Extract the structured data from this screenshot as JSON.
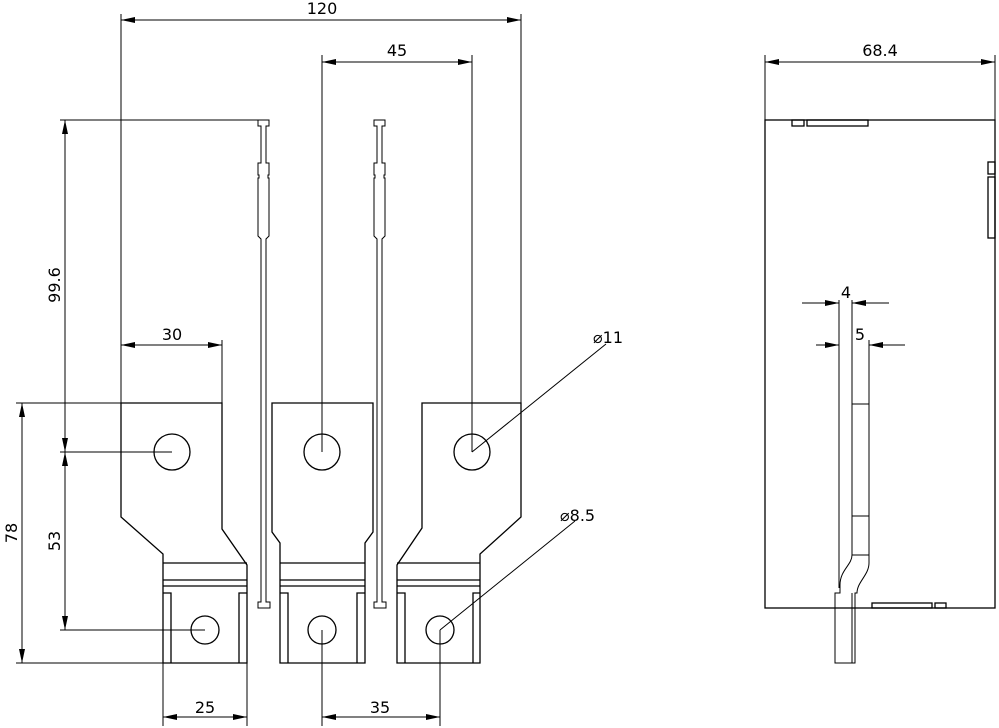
{
  "drawing": {
    "front_view": {
      "dimensions": {
        "overall_width": "120",
        "pole_pitch": "45",
        "height_total": "99.6",
        "tab_width": "30",
        "lug_height": "78",
        "hole_spacing": "53",
        "lower_width": "25",
        "lower_offset": "35",
        "upper_hole_dia": "⌀11",
        "lower_hole_dia": "⌀8.5"
      }
    },
    "side_view": {
      "dimensions": {
        "overall_depth": "68.4",
        "thickness_a": "4",
        "thickness_b": "5"
      }
    },
    "line_color": "#000000",
    "background": "#ffffff"
  }
}
